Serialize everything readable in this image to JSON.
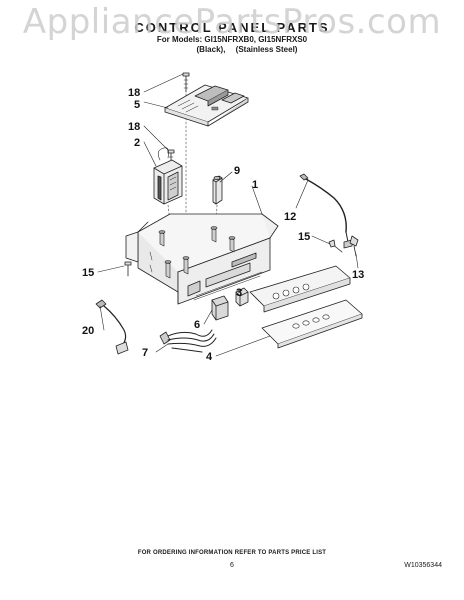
{
  "watermark": "AppliancePartsPros.com",
  "header": {
    "title": "CONTROL PANEL PARTS",
    "models_line": "For Models: GI15NFRXB0, GI15NFRXS0",
    "variants": [
      "(Black),",
      "(Stainless Steel)"
    ]
  },
  "callouts": {
    "c18a": "18",
    "c5": "5",
    "c18b": "18",
    "c2": "2",
    "c9": "9",
    "c1": "1",
    "c12": "12",
    "c15a": "15",
    "c13": "13",
    "c15b": "15",
    "c3": "3",
    "c20": "20",
    "c6": "6",
    "c7": "7",
    "c4": "4"
  },
  "footer": {
    "ordering_note": "FOR ORDERING INFORMATION REFER TO PARTS PRICE LIST",
    "page_number": "6",
    "document_number": "W10356344"
  },
  "icons": [
    "screw-icon",
    "circuit-board-icon",
    "transformer-icon",
    "bracket-icon",
    "harness-icon"
  ]
}
